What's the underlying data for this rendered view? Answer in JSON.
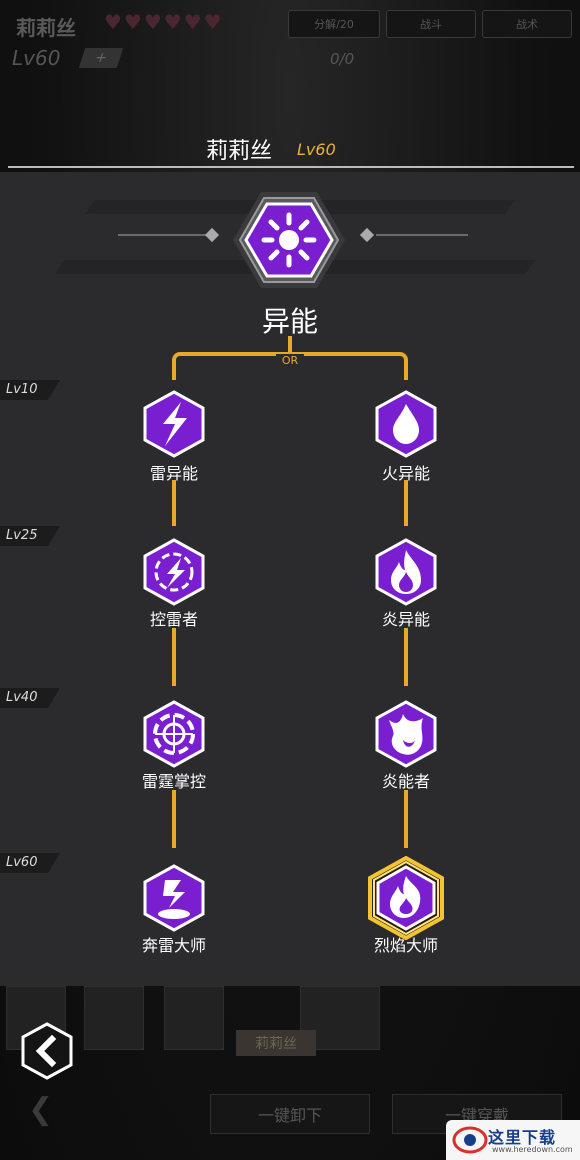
{
  "background": {
    "character_name": "莉莉丝",
    "hearts": "♥♥♥♥♥♥",
    "level": "Lv60",
    "plus_label": "+",
    "exp": "0/0",
    "top_buttons": [
      "分解/20",
      "战斗",
      "战术"
    ],
    "card_names": [
      "",
      "",
      "",
      ""
    ],
    "selected_name": "莉莉丝",
    "bottom_buttons": [
      "一键卸下",
      "一键穿戴"
    ]
  },
  "modal": {
    "character_name": "莉莉丝",
    "level": "Lv60",
    "root": {
      "label": "异能",
      "icon": "sun-icon"
    },
    "or_label": "OR",
    "level_tags": [
      "Lv10",
      "Lv25",
      "Lv40",
      "Lv60"
    ],
    "left_branch": [
      {
        "label": "雷异能",
        "icon": "lightning-icon"
      },
      {
        "label": "控雷者",
        "icon": "lightning-orb-icon"
      },
      {
        "label": "雷霆掌控",
        "icon": "shattered-sphere-icon"
      },
      {
        "label": "奔雷大师",
        "icon": "storm-master-icon"
      }
    ],
    "right_branch": [
      {
        "label": "火异能",
        "icon": "flame-drop-icon"
      },
      {
        "label": "炎异能",
        "icon": "flame-icon"
      },
      {
        "label": "炎能者",
        "icon": "firebird-icon"
      },
      {
        "label": "烈焰大师",
        "icon": "blaze-master-icon",
        "selected": true
      }
    ]
  },
  "back_icon": "chevron-left-icon",
  "watermark": {
    "title": "这里下载",
    "url": "www.heredown.com"
  },
  "colors": {
    "accent": "#e8a92a",
    "node_purple": "#7a1fd0",
    "level_text": "#e6b43c"
  }
}
